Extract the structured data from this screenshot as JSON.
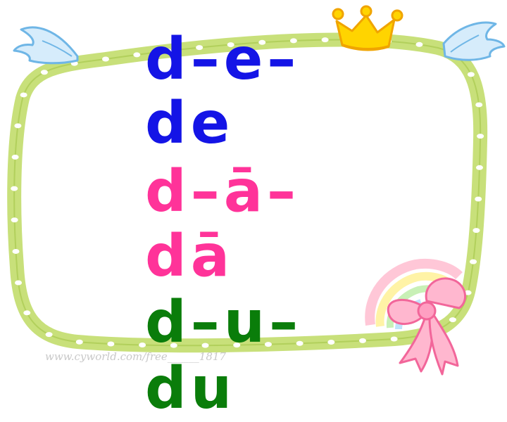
{
  "lines": [
    {
      "text": "d–e–",
      "color": "#1414e6"
    },
    {
      "text": "de",
      "color": "#1414e6"
    },
    {
      "text": "d–ā–",
      "color": "#ff3399"
    },
    {
      "text": "dā",
      "color": "#ff3399"
    },
    {
      "text": "d–u–",
      "color": "#0a7d0a"
    },
    {
      "text": "du",
      "color": "#0a7d0a"
    }
  ],
  "watermark": "www.cyworld.com/free______1817",
  "frame_color": "#c8e07a",
  "frame_dot_color": "#ffffff"
}
